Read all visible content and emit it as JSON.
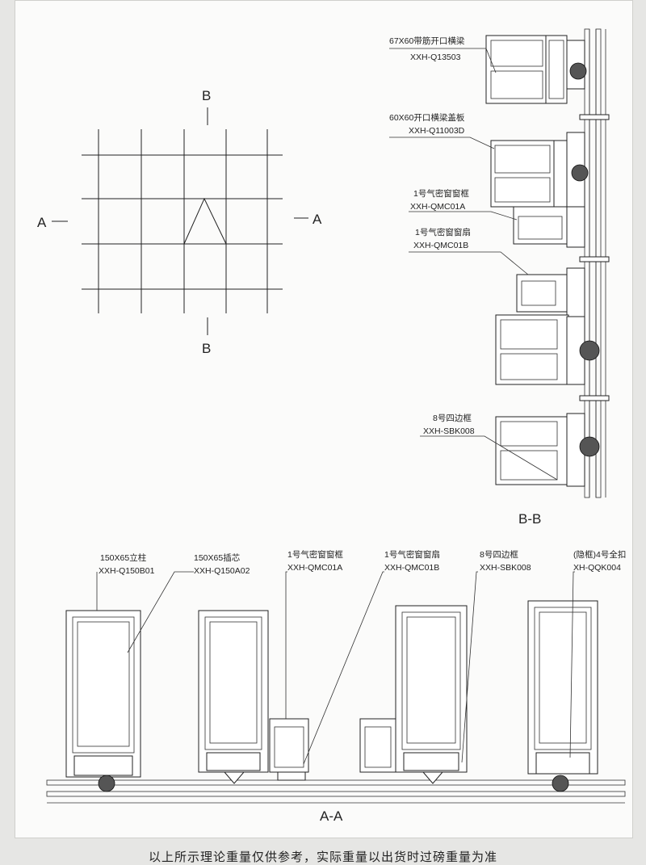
{
  "elevation": {
    "marks": {
      "top_b": "B",
      "bottom_b": "B",
      "left_a": "A",
      "right_a": "A"
    }
  },
  "section_bb": {
    "title": "B-B",
    "labels": [
      {
        "name": "67X60带筋开口横梁",
        "code": "XXH-Q13503"
      },
      {
        "name": "60X60开口横梁盖板",
        "code": "XXH-Q11003D"
      },
      {
        "name": "1号气密窗窗框",
        "code": "XXH-QMC01A"
      },
      {
        "name": "1号气密窗窗扇",
        "code": "XXH-QMC01B"
      },
      {
        "name": "8号四边框",
        "code": "XXH-SBK008"
      }
    ]
  },
  "section_aa": {
    "title": "A-A",
    "labels": [
      {
        "name": "150X65立柱",
        "code": "XXH-Q150B01"
      },
      {
        "name": "150X65插芯",
        "code": "XXH-Q150A02"
      },
      {
        "name": "1号气密窗窗框",
        "code": "XXH-QMC01A"
      },
      {
        "name": "1号气密窗窗扇",
        "code": "XXH-QMC01B"
      },
      {
        "name": "8号四边框",
        "code": "XXH-SBK008"
      },
      {
        "name": "(隐框)4号全扣",
        "code": "XH-QQK004"
      }
    ]
  },
  "footer": "以上所示理论重量仅供参考，实际重量以出货时过磅重量为准"
}
